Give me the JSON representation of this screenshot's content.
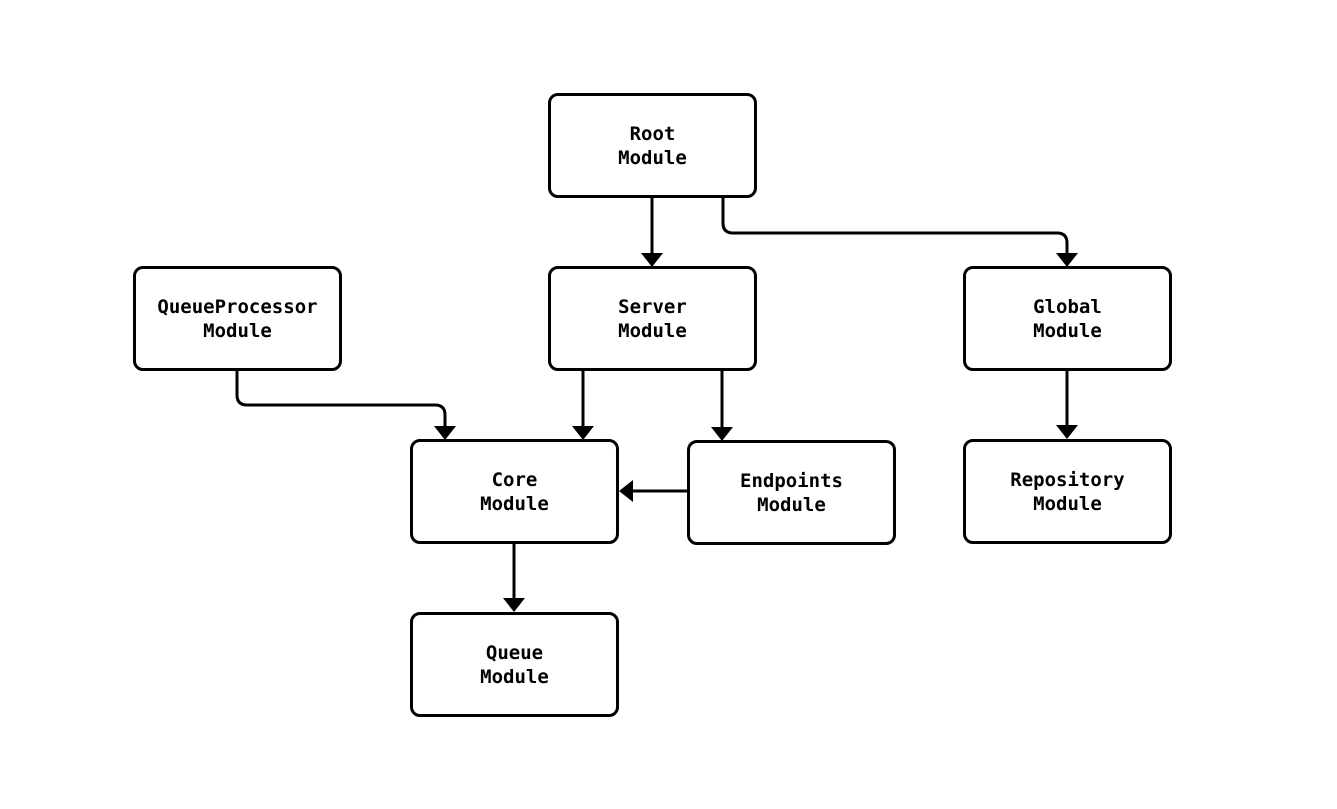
{
  "diagram": {
    "type": "flowchart",
    "background_color": "#ffffff",
    "node_fill_color": "#ffffff",
    "node_border_color": "#000000",
    "edge_color": "#000000",
    "text_color": "#000000",
    "nodes": [
      {
        "id": "root",
        "line1": "Root",
        "line2": "Module",
        "label": "Root Module"
      },
      {
        "id": "queueprocessor",
        "line1": "QueueProcessor",
        "line2": "Module",
        "label": "QueueProcessor Module"
      },
      {
        "id": "server",
        "line1": "Server",
        "line2": "Module",
        "label": "Server Module"
      },
      {
        "id": "global",
        "line1": "Global",
        "line2": "Module",
        "label": "Global Module"
      },
      {
        "id": "core",
        "line1": "Core",
        "line2": "Module",
        "label": "Core Module"
      },
      {
        "id": "endpoints",
        "line1": "Endpoints",
        "line2": "Module",
        "label": "Endpoints Module"
      },
      {
        "id": "repository",
        "line1": "Repository",
        "line2": "Module",
        "label": "Repository Module"
      },
      {
        "id": "queue",
        "line1": "Queue",
        "line2": "Module",
        "label": "Queue Module"
      }
    ],
    "edges": [
      {
        "from": "Root Module",
        "to": "Server Module"
      },
      {
        "from": "Root Module",
        "to": "Global Module"
      },
      {
        "from": "QueueProcessor Module",
        "to": "Core Module"
      },
      {
        "from": "Server Module",
        "to": "Core Module"
      },
      {
        "from": "Server Module",
        "to": "Endpoints Module"
      },
      {
        "from": "Endpoints Module",
        "to": "Core Module"
      },
      {
        "from": "Global Module",
        "to": "Repository Module"
      },
      {
        "from": "Core Module",
        "to": "Queue Module"
      }
    ]
  }
}
